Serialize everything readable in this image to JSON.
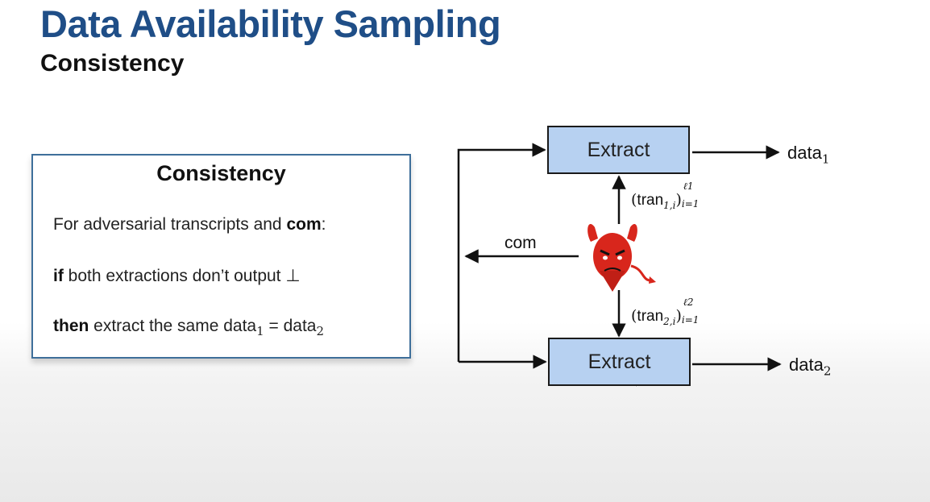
{
  "slide": {
    "title": "Data Availability Sampling",
    "subtitle": "Consistency"
  },
  "definition": {
    "heading": "Consistency",
    "line1_text": "For adversarial transcripts and ",
    "line1_bold": "com",
    "line1_tail": ":",
    "line2_bold": "if",
    "line2_text": " both extractions don’t output ⊥",
    "line3_bold": "then",
    "line3_text": " extract the same ",
    "line3_var1": "data",
    "line3_sub1": "1",
    "line3_eq": " = ",
    "line3_var2": "data",
    "line3_sub2": "2"
  },
  "diagram": {
    "extract_top_label": "Extract",
    "extract_bottom_label": "Extract",
    "output_top": "data",
    "output_top_sub": "1",
    "output_bottom": "data",
    "output_bottom_sub": "2",
    "com_label": "com",
    "tran_top": "tran",
    "tran_top_sub": "1,i",
    "tran_top_sup": "ℓ1",
    "tran_top_lower": "i=1",
    "tran_bottom": "tran",
    "tran_bottom_sub": "2,i",
    "tran_bottom_sup": "ℓ2",
    "tran_bottom_lower": "i=1",
    "adversary_icon": "devil-icon",
    "cursor_icon": "mouse-pointer-icon"
  },
  "colors": {
    "title": "#1f4e87",
    "extract_fill": "#b7d1f1",
    "box_border": "#3e6f9a",
    "devil_red": "#d8261c"
  }
}
